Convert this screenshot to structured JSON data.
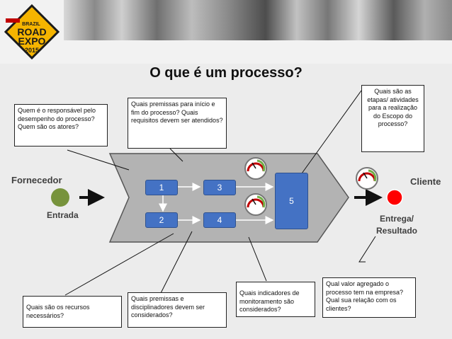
{
  "logo": {
    "lines": [
      "BRAZIL",
      "ROAD",
      "EXPO",
      "2015"
    ],
    "badge": "BRAZIL",
    "colors": {
      "logo_bg": "#f5b400",
      "logo_text": "#1a1a1a"
    }
  },
  "title": "O que é um processo?",
  "labels": {
    "fornecedor": "Fornecedor",
    "entrada": "Entrada",
    "cliente": "Cliente",
    "entrega_line1": "Entrega/",
    "entrega_line2": "Resultado"
  },
  "nodes": [
    "1",
    "2",
    "3",
    "4",
    "5"
  ],
  "callouts": {
    "responsavel": "Quem é o responsável pelo desempenho do processo? Quem são os atores?",
    "premissas_inicio": "Quais premissas para início e fim do processo? Quais requisitos devem ser atendidos?",
    "etapas": "Quais são as etapas/ atividades para a realização do Escopo do processo?",
    "recursos": "Quais são os recursos necessários?",
    "disciplinadores": "Quais premissas e disciplinadores devem ser considerados?",
    "indicadores": "Quais indicadores de monitoramento são considerados?",
    "valor": "Qual valor agregado o processo tem na empresa? Qual sua relação com os clientes?"
  },
  "icons": [
    "gauge-icon",
    "arrow-right-icon"
  ],
  "colors": {
    "process_shape": "#b3b3b3",
    "node_fill": "#4472c4",
    "entrada_dot": "#77933c",
    "cliente_dot": "#ff0000"
  }
}
